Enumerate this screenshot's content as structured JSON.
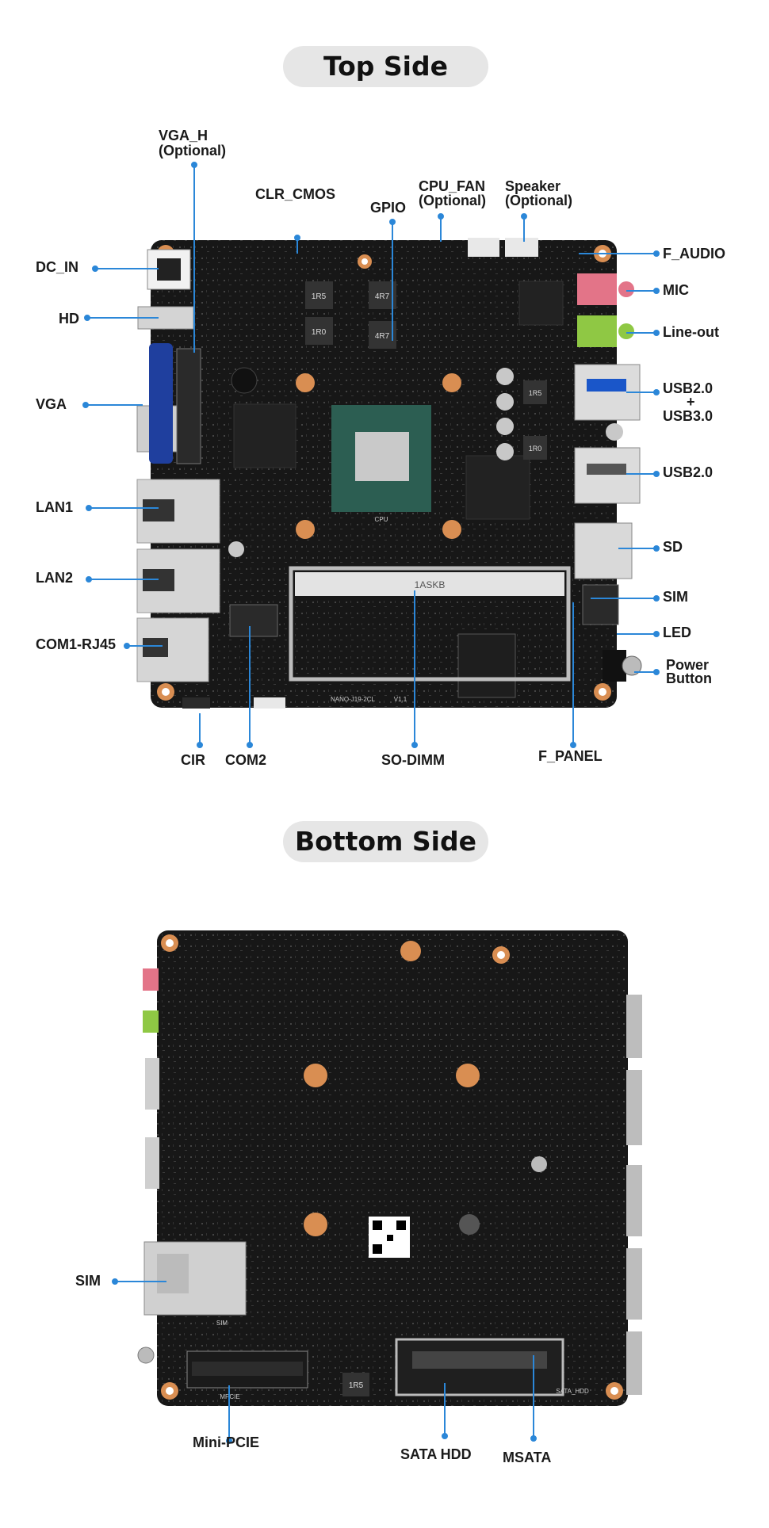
{
  "headings": {
    "top_side": "Top Side",
    "bottom_side": "Bottom Side"
  },
  "top_labels": {
    "vga_h": "VGA_H",
    "vga_h_opt": "(Optional)",
    "clr_cmos": "CLR_CMOS",
    "gpio": "GPIO",
    "cpu_fan": "CPU_FAN",
    "cpu_fan_opt": "(Optional)",
    "speaker": "Speaker",
    "speaker_opt": "(Optional)",
    "dc_in": "DC_IN",
    "f_audio": "F_AUDIO",
    "hd": "HD",
    "mic": "MIC",
    "line_out": "Line-out",
    "vga": "VGA",
    "usb_combo_1": "USB2.0",
    "usb_combo_plus": "+",
    "usb_combo_2": "USB3.0",
    "usb2": "USB2.0",
    "lan1": "LAN1",
    "lan2": "LAN2",
    "sd": "SD",
    "sim": "SIM",
    "led": "LED",
    "com1": "COM1-RJ45",
    "power_1": "Power",
    "power_2": "Button",
    "cir": "CIR",
    "com2": "COM2",
    "so_dimm": "SO-DIMM",
    "f_panel": "F_PANEL"
  },
  "bottom_labels": {
    "sim": "SIM",
    "mini_pcie": "Mini-PCIE",
    "sata_hdd": "SATA HDD",
    "msata": "MSATA"
  },
  "board_markings": {
    "cpu": "CPU",
    "r1": "1R5",
    "r2": "1R0",
    "r3": "4R7",
    "r4": "4R7",
    "r5": "1R5",
    "r6": "1R0",
    "dimm": "1ASKB",
    "model": "NANO-J19-2CL",
    "version": "V1.1",
    "bottom_r": "1R5",
    "sim_tag": "SIM",
    "sata_tag": "SATA_HDD",
    "mpcie_tag": "MPCIE"
  },
  "colors": {
    "board": "#171717",
    "line": "#2b87d8",
    "pad": "#d98e52",
    "chip": "#2c5e52"
  }
}
